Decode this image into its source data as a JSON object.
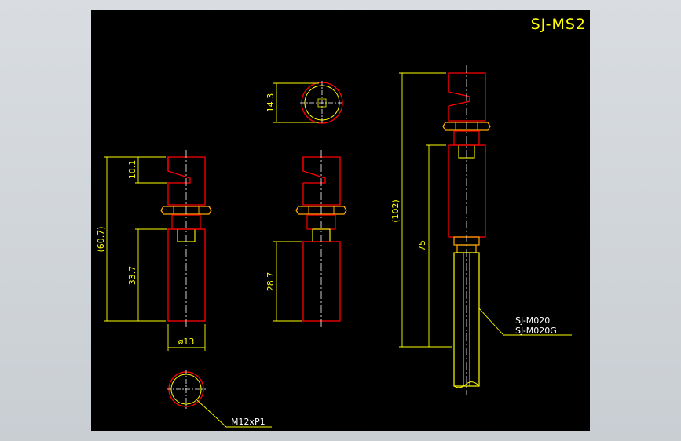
{
  "title": "SJ-MS2",
  "dimensions": {
    "hex_across_flats": "14.3",
    "head_height": "10.1",
    "overall_left": "(60.7)",
    "body_left": "33.7",
    "body_middle": "28.7",
    "diameter": "ø13",
    "overall_right": "(102)",
    "body_right": "75"
  },
  "callouts": {
    "thread": "M12xP1",
    "model_line1": "SJ-M020",
    "model_line2": "SJ-M020G"
  },
  "colors": {
    "outline": "#ff0000",
    "dimension": "#ffff00",
    "hatch": "#ff8800",
    "centerline": "#ffffff",
    "background": "#000000"
  }
}
